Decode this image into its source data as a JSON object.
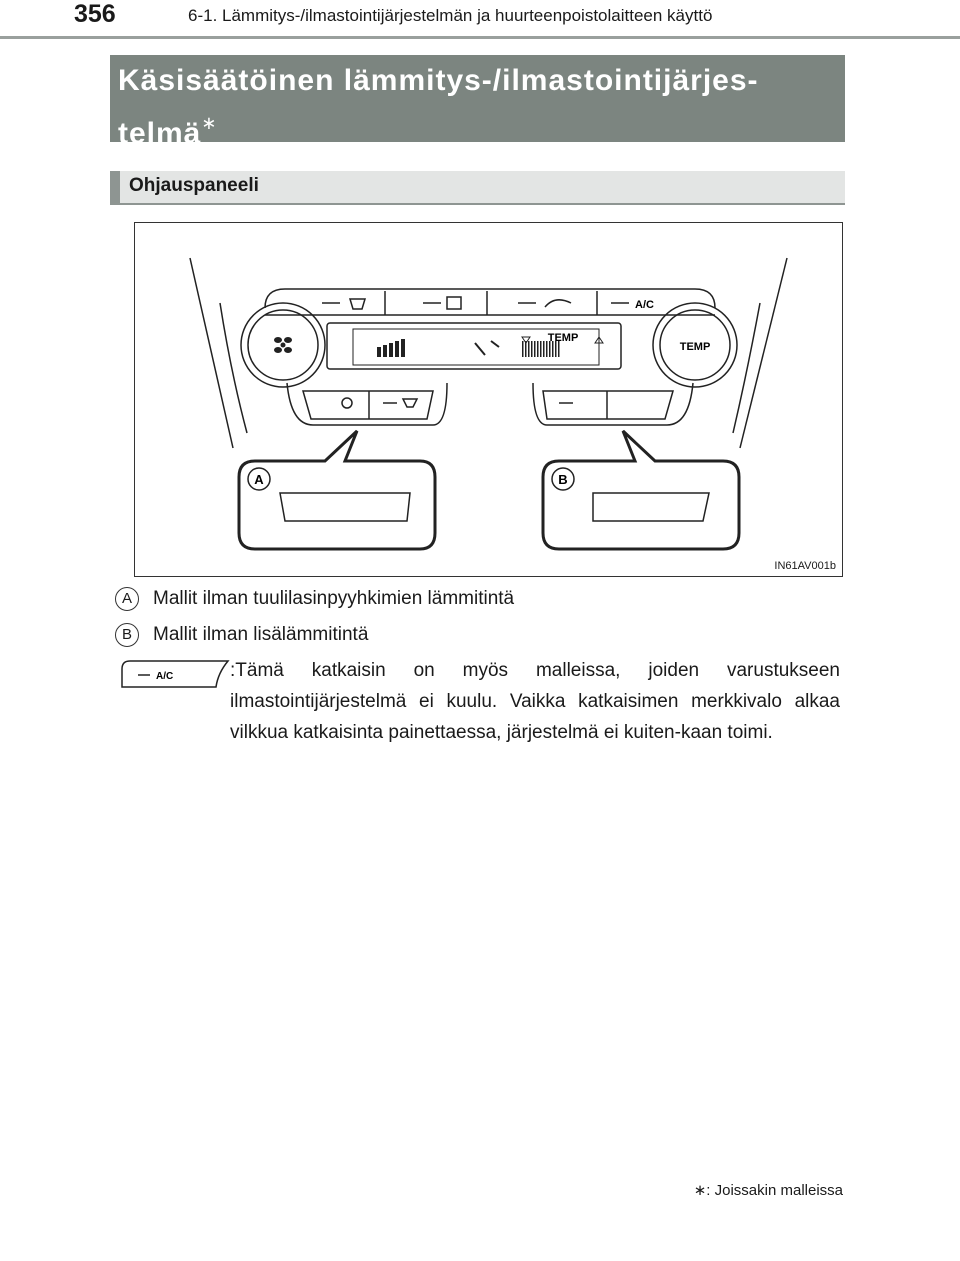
{
  "header": {
    "page_number": "356",
    "running_head": "6-1. Lämmitys-/ilmastointijärjestelmän ja huurteenpoistolaitteen käyttö"
  },
  "title": {
    "line1": "Käsisäätöinen lämmitys-/ilmastointijärjes-",
    "line2": "telmä",
    "mark": "∗"
  },
  "section": {
    "heading": "Ohjauspaneeli"
  },
  "figure": {
    "code": "IN61AV001b",
    "left_knob_icon": "fan-icon",
    "right_knob_label": "TEMP",
    "display_label": "TEMP",
    "buttons_top": [
      "rear-defogger",
      "rear-window-defogger",
      "recirculation",
      "A/C"
    ],
    "ac_label": "A/C",
    "callout_a": "A",
    "callout_b": "B"
  },
  "legend": {
    "items": [
      {
        "letter": "A",
        "text": "Mallit ilman tuulilasinpyyhkimien lämmitintä"
      },
      {
        "letter": "B",
        "text": "Mallit ilman lisälämmitintä"
      }
    ]
  },
  "note": {
    "icon_label": "A/C",
    "text": ":Tämä katkaisin on myös malleissa, joiden varustukseen ilmastointijärjestelmä ei kuulu. Vaikka katkaisimen merkkivalo alkaa vilkkua katkaisinta painettaessa, järjestelmä ei kuiten-kaan toimi."
  },
  "footnote": {
    "mark": "∗",
    "text": ": Joissakin malleissa"
  }
}
